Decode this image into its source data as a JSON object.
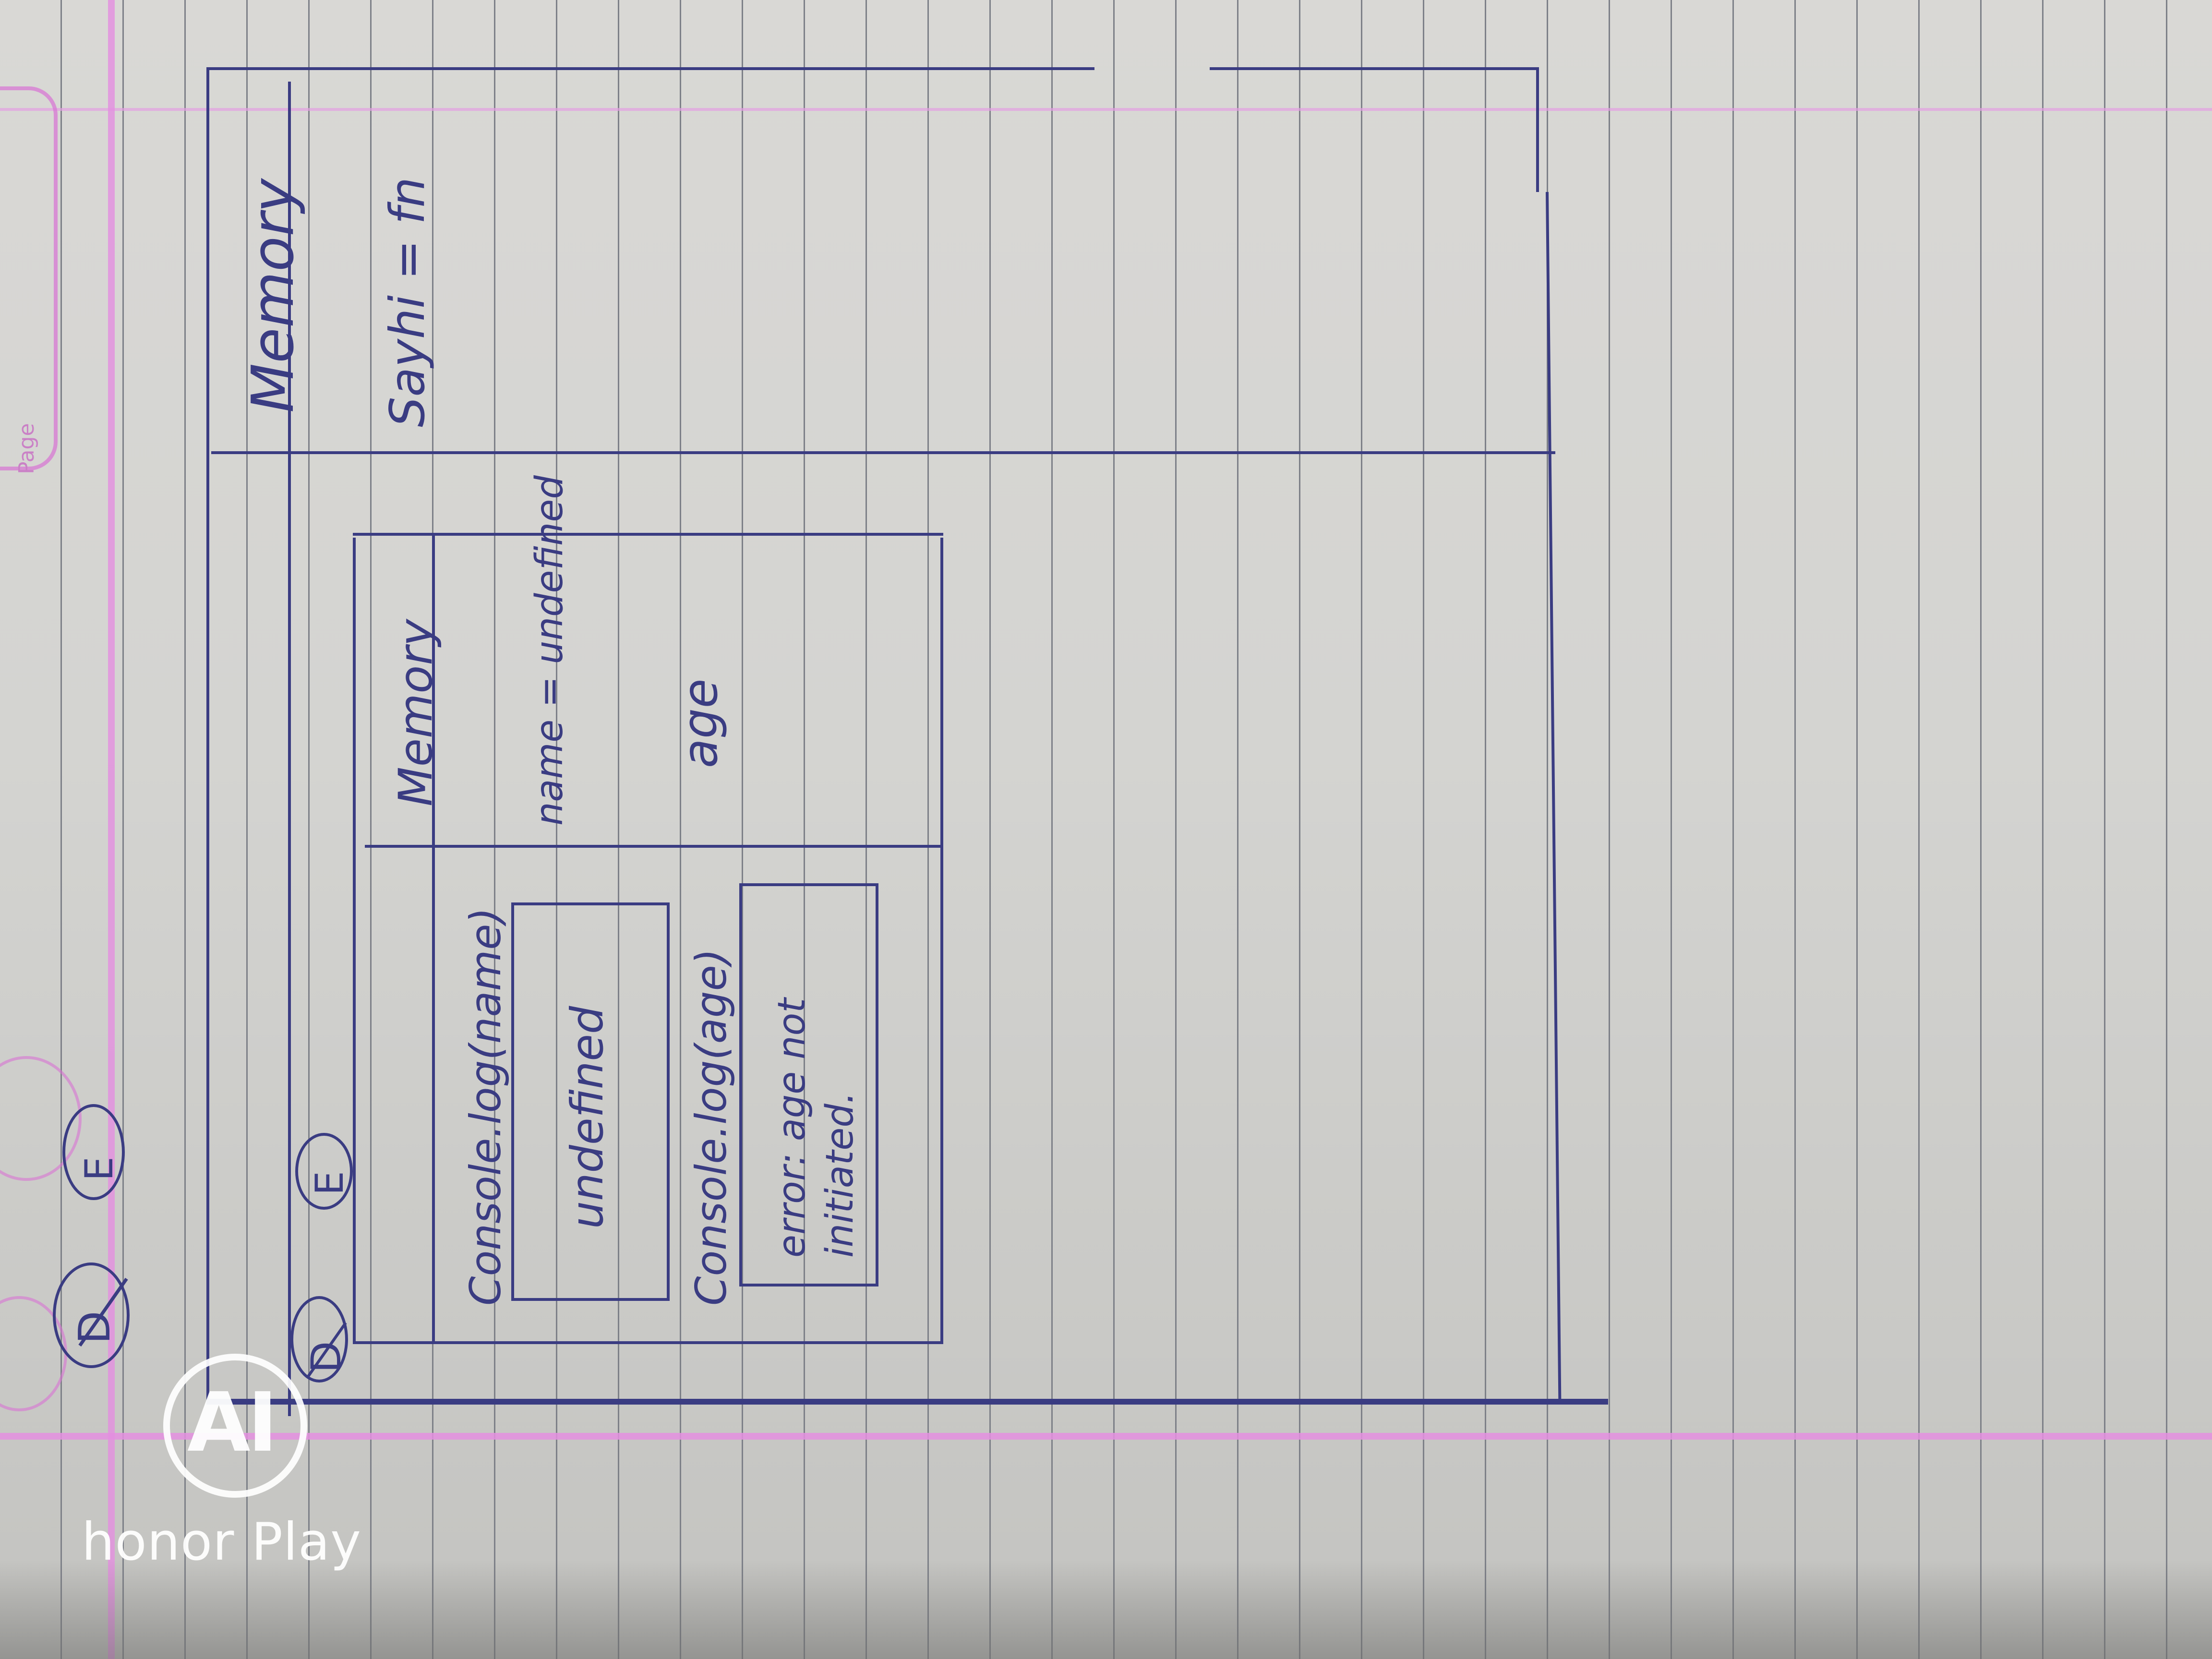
{
  "sketch": {
    "global_memory": {
      "label": "Memory",
      "entry": "Sayhi = fn"
    },
    "fn_context": {
      "memory_label": "Memory",
      "memory_entries": [
        "name = undefined",
        "age"
      ],
      "code_lines": [
        {
          "code": "Console.log(name)",
          "output": "undefined"
        },
        {
          "code": "Console.log(age)",
          "output": "error: age not initiated."
        }
      ]
    },
    "markers": {
      "fn_context": "E",
      "global_context": "D",
      "margin_e": "E",
      "margin_d": "D"
    }
  },
  "margin_tab_label": "Page",
  "watermark": {
    "logo_text": "AI",
    "brand": "honor Play"
  },
  "colors": {
    "ink": "#3a3c82",
    "paper": "#d6d6d3",
    "margin_line": "#e48fe0",
    "watermark": "#ffffff"
  }
}
